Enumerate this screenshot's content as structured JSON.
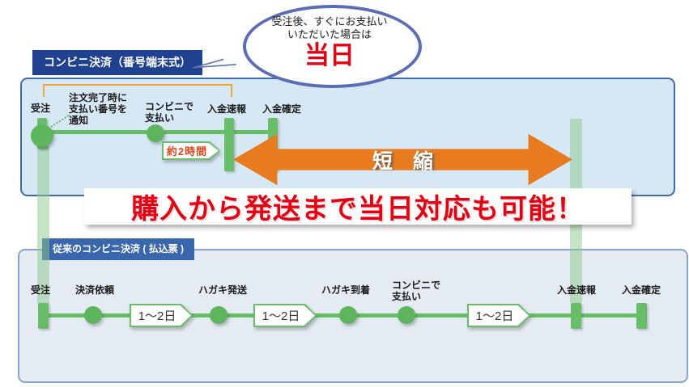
{
  "speech_bubble": {
    "text_line1": "受注後、すぐにお支払い",
    "text_line2": "いただいた場合は",
    "highlight": "当日"
  },
  "top_section": {
    "title": "コンビニ決済（番号端末式）",
    "step_order": "受注",
    "step_notify": "注文完了時に\n支払い番号を\n通知",
    "step_pay": "コンビニで\n支払い",
    "step_report": "入金速報",
    "step_confirm": "入金確定",
    "duration": "約2時間",
    "arrow_label": "短　縮"
  },
  "banner": {
    "text": "購入から発送まで当日対応も可能！"
  },
  "bottom_section": {
    "title": "従来のコンビニ決済 ( 払込票 )",
    "steps": [
      {
        "label": "受注"
      },
      {
        "label": "決済依頼"
      },
      {
        "label": "ハガキ発送"
      },
      {
        "label": "ハガキ到着"
      },
      {
        "label": "コンビニで\n支払い"
      },
      {
        "label": "入金速報"
      },
      {
        "label": "入金確定"
      }
    ],
    "durations": [
      {
        "label": "1～2日"
      },
      {
        "label": "1～2日"
      },
      {
        "label": "1～2日"
      }
    ]
  },
  "colors": {
    "timeline_green": "#68bd68",
    "ghost_green": "#b9dcb9",
    "arrow_orange": "#e87a1f",
    "bracket_orange": "#f2a637",
    "highlight_red": "#e60012",
    "header_navy": "#1f418f",
    "header_blue": "#3a66ad",
    "panel_top_bg": "#d7e8f5",
    "panel_bottom_bg": "#e4ebf3"
  }
}
